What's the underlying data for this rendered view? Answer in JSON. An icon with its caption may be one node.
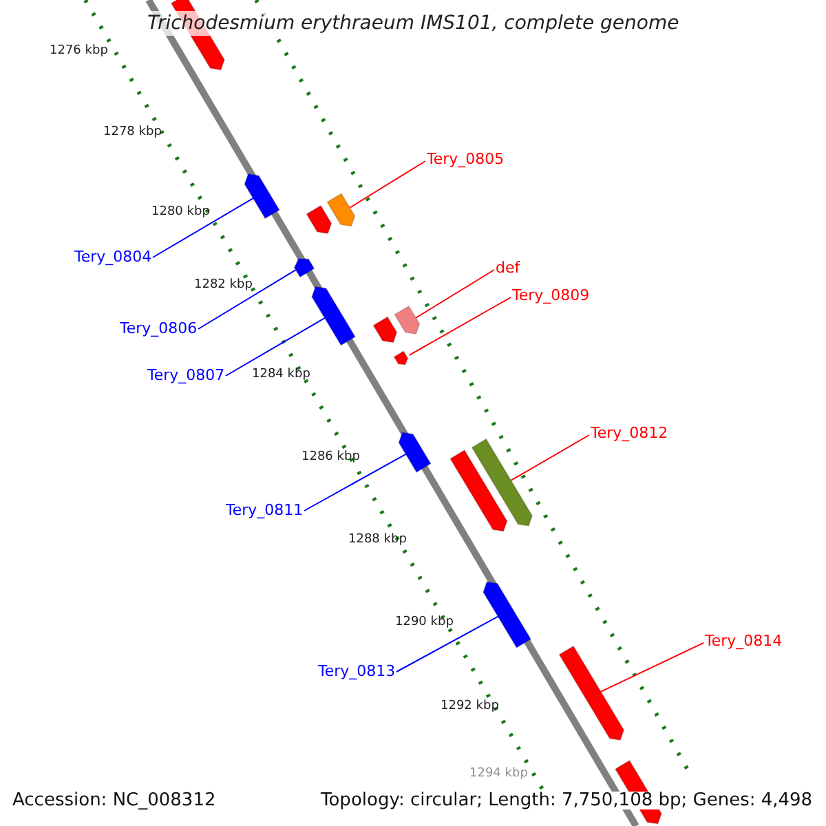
{
  "diagram": {
    "title": "Trichodesmium erythraeum IMS101, complete genome",
    "nodes": [
      {
        "text": [
          "Tery_0805"
        ]
      },
      {
        "text": [
          "Tery_0804"
        ]
      },
      {
        "text": [
          "def"
        ]
      },
      {
        "text": [
          "Tery_0809"
        ]
      },
      {
        "text": [
          "Tery_0806"
        ]
      },
      {
        "text": [
          "Tery_0807"
        ]
      },
      {
        "text": [
          "Tery_0812"
        ]
      },
      {
        "text": [
          "Tery_0811"
        ]
      },
      {
        "text": [
          "Tery_0814"
        ]
      },
      {
        "text": [
          "Tery_0813"
        ]
      },
      {
        "text": [],
        "shape": "bar"
      },
      {
        "text": [],
        "shape": "bar"
      },
      {
        "text": [],
        "shape": "bar"
      },
      {
        "text": [],
        "shape": "bar"
      },
      {
        "text": [],
        "shape": "bar"
      },
      {
        "text": [],
        "shape": "bar"
      },
      {
        "text": [],
        "shape": "bar"
      },
      {
        "text": [],
        "shape": "bar"
      },
      {
        "text": [],
        "shape": "bar"
      },
      {
        "text": [],
        "shape": "bar"
      }
    ],
    "edges": [
      {
        "from": 0,
        "to": 11,
        "arrow": "none"
      },
      {
        "from": 1,
        "to": 10,
        "arrow": "none",
        "color": "#0000ff"
      },
      {
        "from": 2,
        "to": 14,
        "arrow": "none"
      },
      {
        "from": 3,
        "to": 15,
        "arrow": "none"
      },
      {
        "from": 4,
        "to": 12,
        "arrow": "none",
        "color": "#0000ff"
      },
      {
        "from": 5,
        "to": 13,
        "arrow": "none",
        "color": "#0000ff"
      },
      {
        "from": 6,
        "to": 17,
        "arrow": "none"
      },
      {
        "from": 7,
        "to": 16,
        "arrow": "none",
        "color": "#0000ff"
      },
      {
        "from": 8,
        "to": 19,
        "arrow": "none"
      },
      {
        "from": 9,
        "to": 18,
        "arrow": "none",
        "color": "#0000ff"
      }
    ],
    "labels": [
      "1276 kbp",
      "1278 kbp",
      "1280 kbp",
      "1282 kbp",
      "1284 kbp",
      "1286 kbp",
      "1288 kbp",
      "1290 kbp",
      "1292 kbp",
      "1294 kbp",
      "Accession: NC_008312",
      "Topology: circular; Length: 7,750,108 bp; Genes: 4,498"
    ]
  }
}
